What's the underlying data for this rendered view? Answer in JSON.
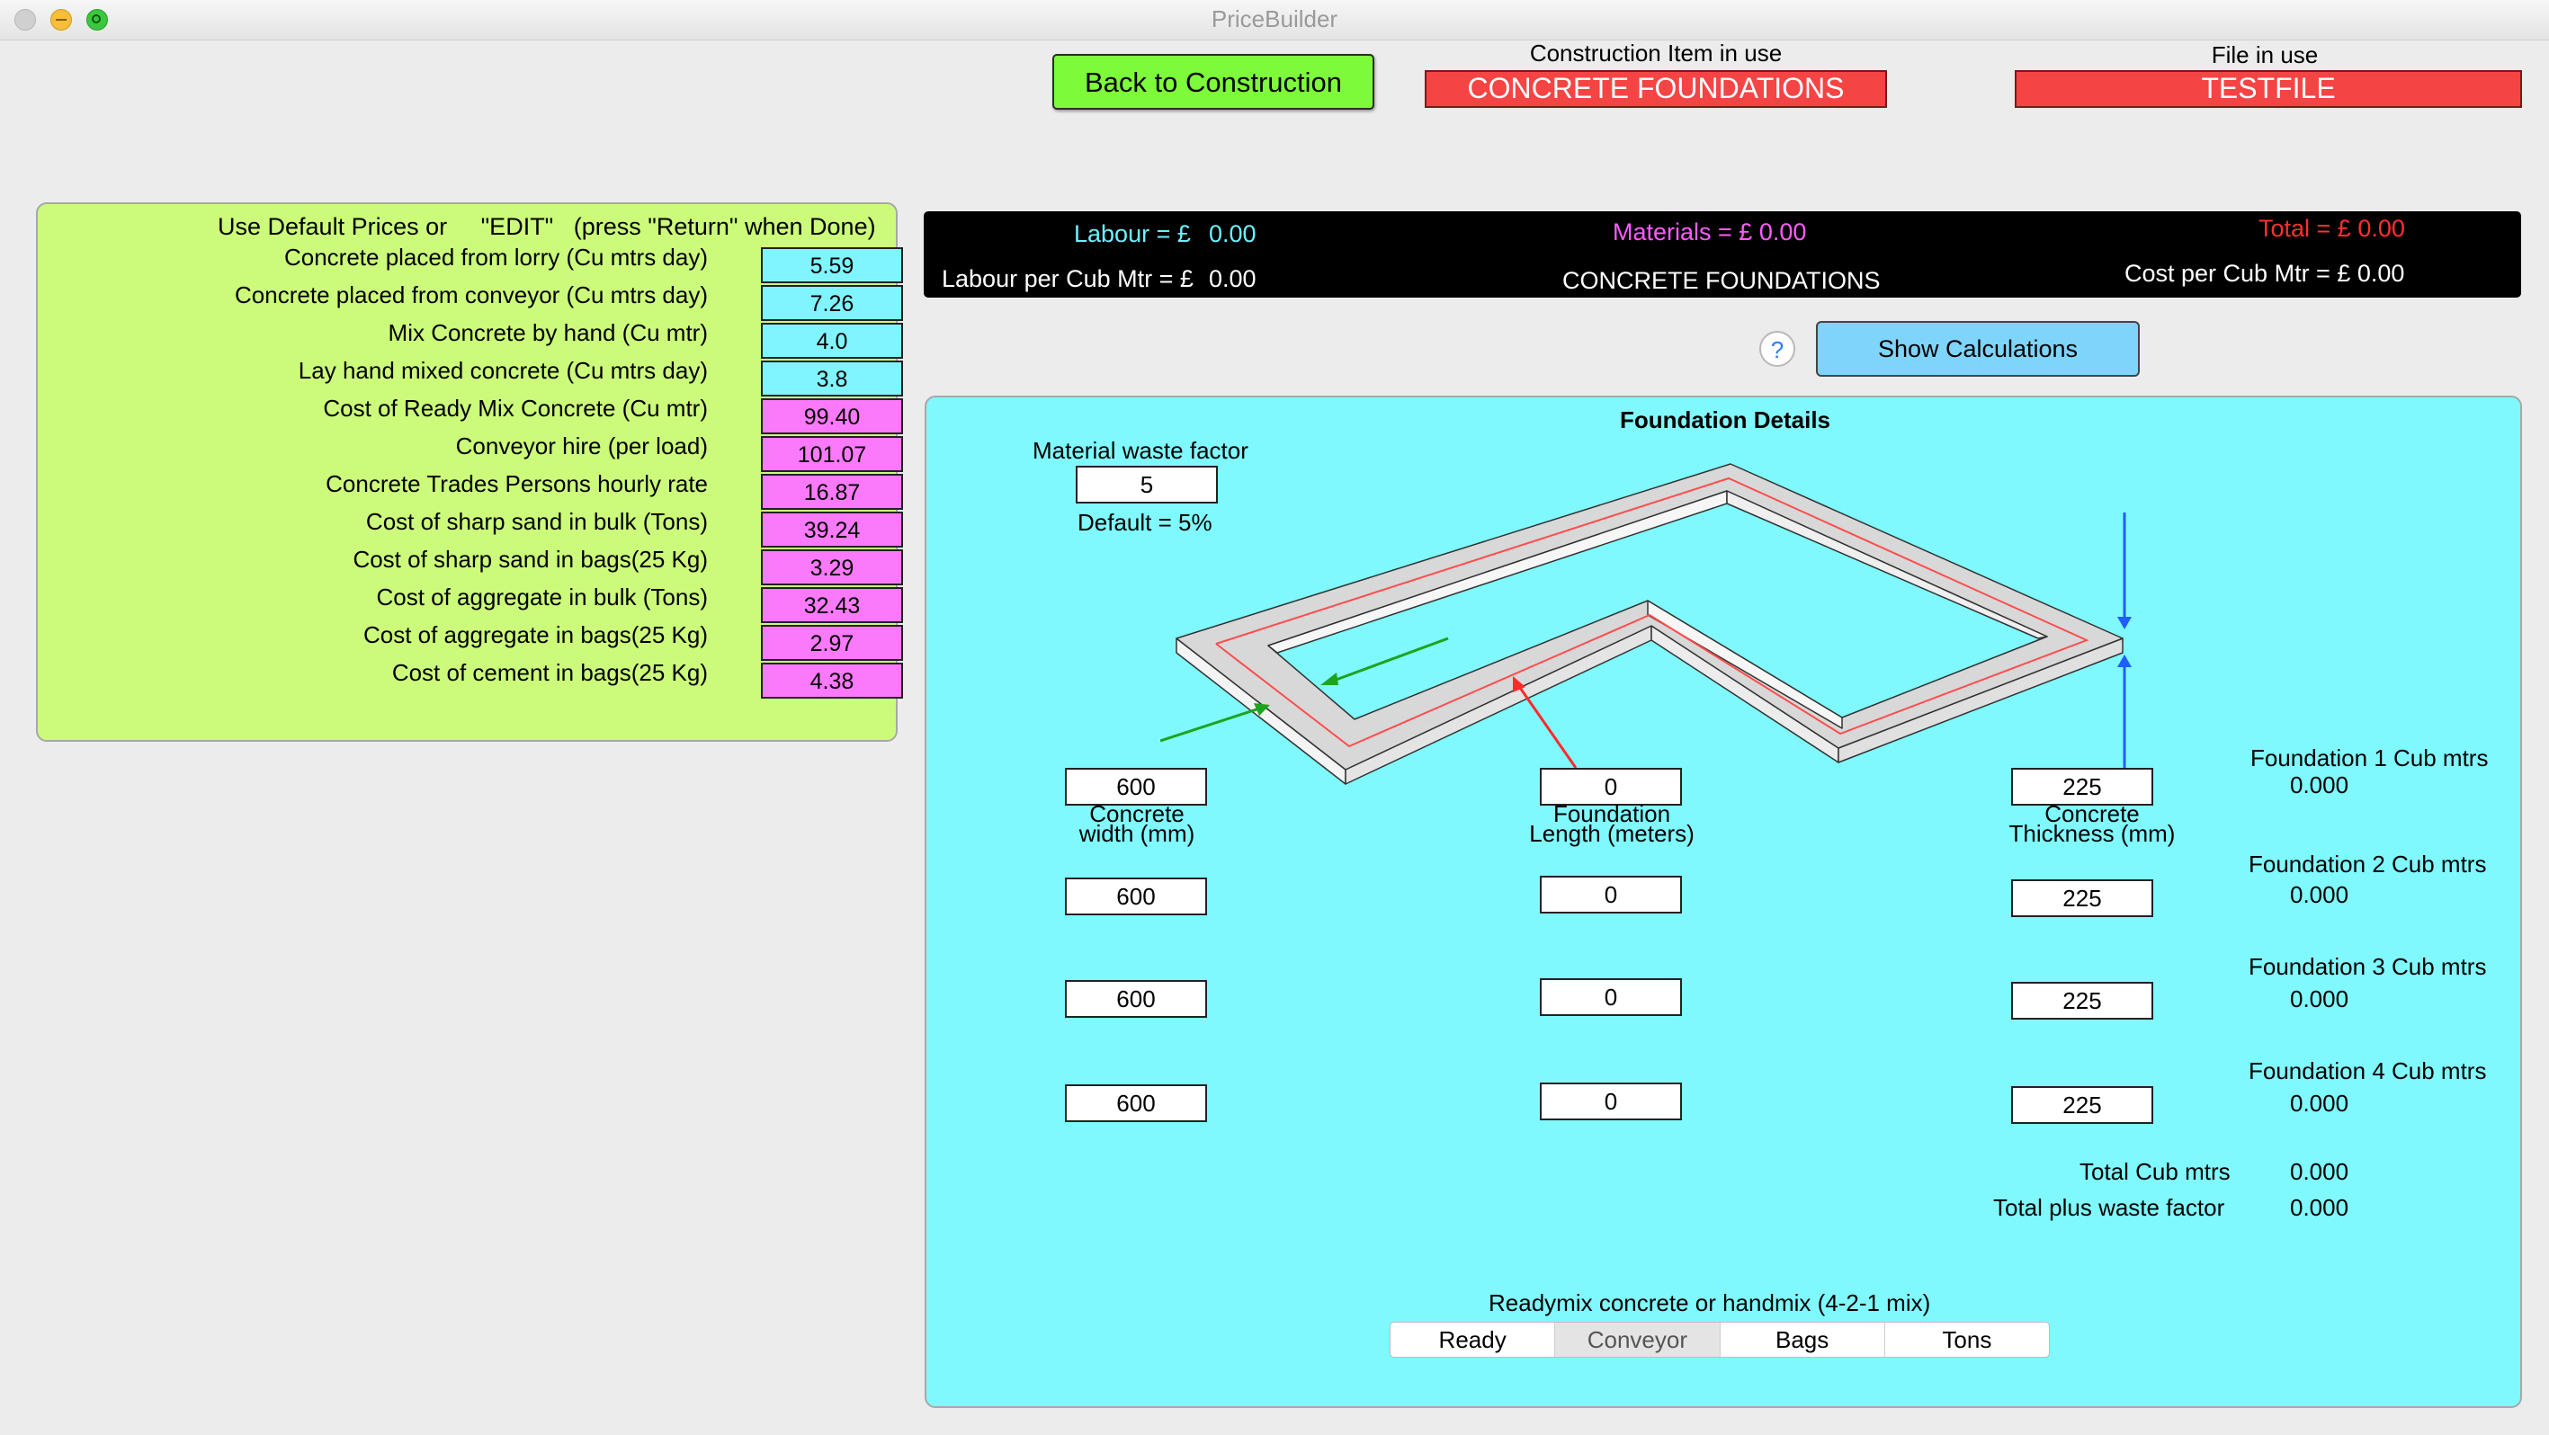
{
  "window": {
    "title": "PriceBuilder"
  },
  "toolbar": {
    "back_label": "Back to Construction",
    "construction_caption": "Construction Item in use",
    "construction_value": "CONCRETE FOUNDATIONS",
    "file_caption": "File in use",
    "file_value": "TESTFILE"
  },
  "prices": {
    "header": "Use Default Prices or     \"EDIT\"   (press \"Return\" when Done)",
    "items": [
      {
        "label": "Concrete placed from lorry (Cu mtrs day)",
        "value": "5.59"
      },
      {
        "label": "Concrete placed from conveyor (Cu mtrs day)",
        "value": "7.26"
      },
      {
        "label": "Mix Concrete by hand (Cu mtr)",
        "value": "4.0"
      },
      {
        "label": "Lay hand mixed concrete (Cu mtrs day)",
        "value": "3.8"
      },
      {
        "label": "Cost of Ready Mix Concrete (Cu mtr)",
        "value": "99.40"
      },
      {
        "label": "Conveyor hire (per load)",
        "value": "101.07"
      },
      {
        "label": "Concrete Trades Persons hourly rate",
        "value": "16.87"
      },
      {
        "label": "Cost of sharp sand in bulk (Tons)",
        "value": "39.24"
      },
      {
        "label": "Cost of sharp sand in bags(25 Kg)",
        "value": "3.29"
      },
      {
        "label": "Cost of aggregate in bulk (Tons)",
        "value": "32.43"
      },
      {
        "label": "Cost of aggregate in bags(25 Kg)",
        "value": "2.97"
      },
      {
        "label": "Cost of cement in bags(25 Kg)",
        "value": "4.38"
      }
    ]
  },
  "summary": {
    "labour_label": "Labour = £",
    "labour_value": "0.00",
    "materials": "Materials = £ 0.00",
    "total": "Total = £  0.00",
    "labour_per_label": "Labour per Cub Mtr = £",
    "labour_per_value": "0.00",
    "item": "CONCRETE FOUNDATIONS",
    "cost_per": "Cost per Cub Mtr = £  0.00"
  },
  "actions": {
    "help": "?",
    "show_calc": "Show Calculations"
  },
  "foundation": {
    "title": "Foundation Details",
    "waste_label": "Material waste factor",
    "waste_value": "5",
    "waste_default": "Default = 5%",
    "width_label_1": "Concrete",
    "width_label_2": "width (mm)",
    "length_label_1": "Foundation",
    "length_label_2": "Length (meters)",
    "thick_label_1": "Concrete",
    "thick_label_2": "Thickness (mm)",
    "rows": [
      {
        "width": "600",
        "length": "0",
        "thickness": "225",
        "cub_label": "Foundation 1 Cub mtrs",
        "cub_value": "0.000"
      },
      {
        "width": "600",
        "length": "0",
        "thickness": "225",
        "cub_label": "Foundation 2 Cub mtrs",
        "cub_value": "0.000"
      },
      {
        "width": "600",
        "length": "0",
        "thickness": "225",
        "cub_label": "Foundation 3 Cub mtrs",
        "cub_value": "0.000"
      },
      {
        "width": "600",
        "length": "0",
        "thickness": "225",
        "cub_label": "Foundation 4 Cub mtrs",
        "cub_value": "0.000"
      }
    ],
    "total_label": "Total Cub mtrs",
    "total_value": "0.000",
    "total_waste_label": "Total plus waste factor",
    "total_waste_value": "0.000",
    "mix_label": "Readymix concrete or handmix (4-2-1 mix)",
    "mix_options": [
      "Ready",
      "Conveyor",
      "Bags",
      "Tons"
    ],
    "mix_selected": "Conveyor"
  },
  "colors": {
    "labour": "#6af3ff",
    "materials": "#ff5cff",
    "total": "#ff3030",
    "left_panel": "#ccfa7a",
    "main_panel": "#7ff9fd",
    "back_button": "#7dfb3a",
    "value_cyan": "#80f5ff",
    "value_pink": "#fb7afb"
  }
}
